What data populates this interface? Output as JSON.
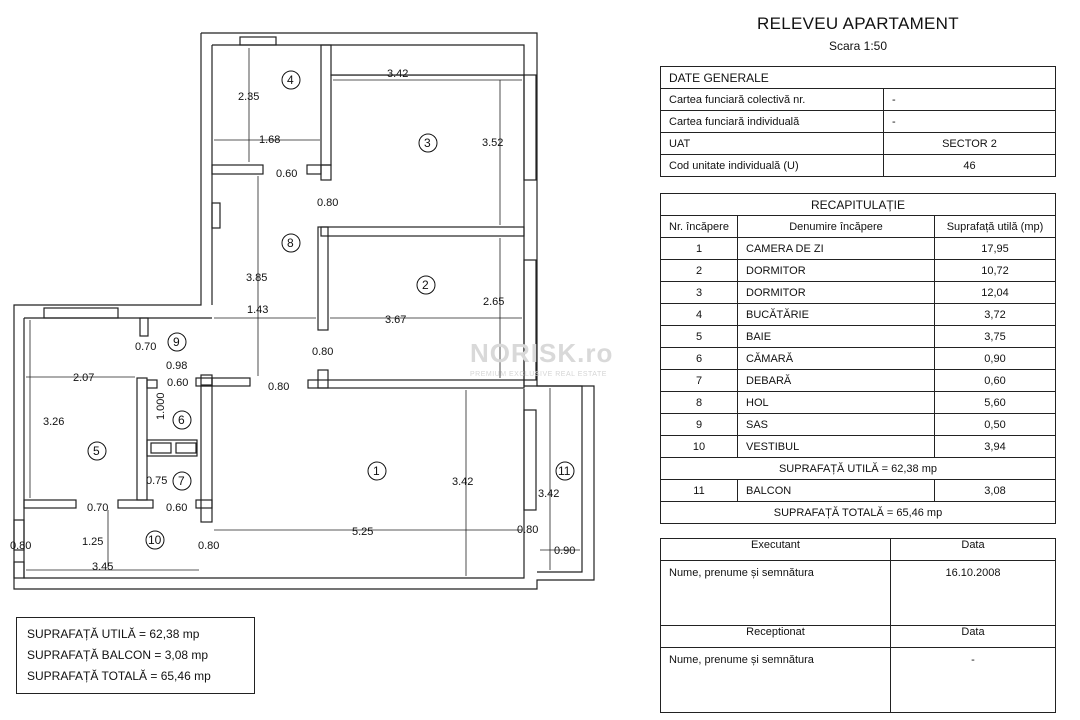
{
  "header": {
    "title": "RELEVEU APARTAMENT",
    "scale": "Scara 1:50"
  },
  "general": {
    "heading": "DATE GENERALE",
    "rows": [
      {
        "label": "Cartea funciară colectivă nr.",
        "value": "-"
      },
      {
        "label": "Cartea funciară individuală",
        "value": "-"
      },
      {
        "label": "UAT",
        "value": "SECTOR 2"
      },
      {
        "label": "Cod unitate individuală (U)",
        "value": "46"
      }
    ]
  },
  "recap": {
    "heading": "RECAPITULAȚIE",
    "columns": [
      "Nr. încăpere",
      "Denumire încăpere",
      "Suprafață utilă (mp)"
    ],
    "rows": [
      {
        "nr": "1",
        "name": "CAMERA DE ZI",
        "area": "17,95"
      },
      {
        "nr": "2",
        "name": "DORMITOR",
        "area": "10,72"
      },
      {
        "nr": "3",
        "name": "DORMITOR",
        "area": "12,04"
      },
      {
        "nr": "4",
        "name": "BUCĂTĂRIE",
        "area": "3,72"
      },
      {
        "nr": "5",
        "name": "BAIE",
        "area": "3,75"
      },
      {
        "nr": "6",
        "name": "CĂMARĂ",
        "area": "0,90"
      },
      {
        "nr": "7",
        "name": "DEBARĂ",
        "area": "0,60"
      },
      {
        "nr": "8",
        "name": "HOL",
        "area": "5,60"
      },
      {
        "nr": "9",
        "name": "SAS",
        "area": "0,50"
      },
      {
        "nr": "10",
        "name": "VESTIBUL",
        "area": "3,94"
      }
    ],
    "useful_total": "SUPRAFAȚĂ UTILĂ = 62,38 mp",
    "balcony": {
      "nr": "11",
      "name": "BALCON",
      "area": "3,08"
    },
    "grand_total": "SUPRAFAȚĂ TOTALĂ = 65,46 mp"
  },
  "signatures": {
    "executant_label": "Executant",
    "date_label": "Data",
    "executant_name": "Nume, prenume și semnătura",
    "executant_date": "16.10.2008",
    "receptionat_label": "Receptionat",
    "receptionat_name": "Nume, prenume și semnătura",
    "receptionat_date": "-"
  },
  "summary": {
    "line1": "SUPRAFAȚĂ UTILĂ = 62,38 mp",
    "line2": "SUPRAFAȚĂ BALCON = 3,08 mp",
    "line3": "SUPRAFAȚĂ TOTALĂ = 65,46 mp"
  },
  "watermark": {
    "brand": "NORISK.ro",
    "tagline": "PREMIUM EXCLUSIVE REAL ESTATE"
  },
  "plan": {
    "dimensions": {
      "d235": "2.35",
      "d168": "1.68",
      "d342a": "3.42",
      "d352": "3.52",
      "d060a": "0.60",
      "d080a": "0.80",
      "d385": "3.85",
      "d143": "1.43",
      "d367": "3.67",
      "d265": "2.65",
      "d080b": "0.80",
      "d070a": "0.70",
      "d098": "0.98",
      "d207": "2.07",
      "d060b": "0.60",
      "d080c": "0.80",
      "d1000": "1.000",
      "d326": "3.26",
      "d075": "0.75",
      "d070b": "0.70",
      "d060c": "0.60",
      "d342b": "3.42",
      "d525": "5.25",
      "d080d": "0.80",
      "d342c": "3.42",
      "d080e": "0.80",
      "d125": "1.25",
      "d080f": "0.80",
      "d345": "3.45",
      "d090": "0.90"
    },
    "rooms": {
      "r1": "1",
      "r2": "2",
      "r3": "3",
      "r4": "4",
      "r5": "5",
      "r6": "6",
      "r7": "7",
      "r8": "8",
      "r9": "9",
      "r10": "10",
      "r11": "11"
    }
  }
}
